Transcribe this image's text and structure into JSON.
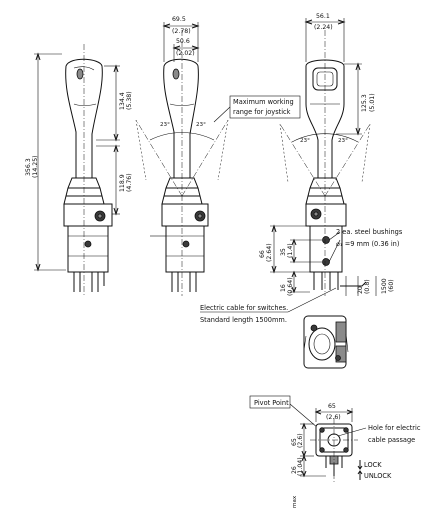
{
  "dimensions": {
    "top_width_1": "69.5",
    "top_width_1_in": "(2.78)",
    "top_width_2": "50.6",
    "top_width_2_in": "(2.02)",
    "right_width": "56.1",
    "right_width_in": "(2.24)",
    "total_height": "356.3",
    "total_height_in": "(14.25)",
    "upper_height": "134.4",
    "upper_height_in": "(5.38)",
    "lower_height": "118.9",
    "lower_height_in": "(4.76)",
    "grip_height": "125.3",
    "grip_height_in": "(5.01)",
    "base_height": "66",
    "base_height_in": "(2.64)",
    "bush_height": "35",
    "bush_height_in": "(1.4)",
    "bottom_offset": "16",
    "bottom_offset_in": "(0.64)",
    "cable_20": "20",
    "cable_20_in": "(0.8)",
    "cable_1500": "1500",
    "cable_1500_in": "(60)",
    "base_width": "65",
    "base_width_in": "(2.6)",
    "base_side": "65",
    "base_side_in": "(2.6)",
    "base_depth": "26",
    "base_depth_in": "(1.04)",
    "base_max": "max",
    "angle_left": "23°",
    "angle_right": "23°"
  },
  "labels": {
    "working_range_line1": "Maximum working",
    "working_range_line2": "range for joystick",
    "bushings_line1": "2 ea. steel bushings",
    "bushings_line2": "⌀₁ =9 mm (0.36 in)",
    "cable_line1": "Electric cable for switches.",
    "cable_line2": "Standard length 1500mm.",
    "pivot_point": "Pivot Point",
    "hole_line1": "Hole for electric",
    "hole_line2": "cable passage",
    "lock": "LOCK",
    "unlock": "UNLOCK"
  }
}
